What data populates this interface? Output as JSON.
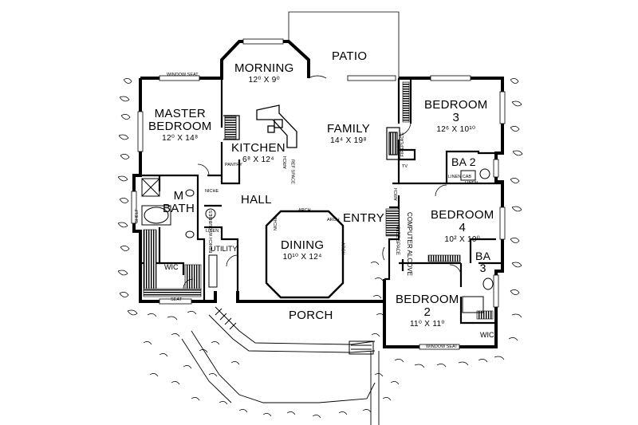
{
  "rooms": {
    "patio": {
      "name": "PATIO"
    },
    "morning": {
      "name": "MORNING",
      "dim": "12⁰ X 9⁰"
    },
    "master": {
      "name1": "MASTER",
      "name2": "BEDROOM",
      "dim": "12⁰ X 14⁸"
    },
    "kitchen": {
      "name": "KITCHEN",
      "dim": "6⁸ X 12⁴"
    },
    "family": {
      "name": "FAMILY",
      "dim": "14⁴ X 19⁸"
    },
    "bed3": {
      "name1": "BEDROOM",
      "name2": "3",
      "dim": "12⁶ X 10¹⁰"
    },
    "ba2": {
      "name": "BA 2"
    },
    "hall": {
      "name": "HALL"
    },
    "mbath": {
      "name1": "M",
      "name2": "BATH"
    },
    "entry": {
      "name": "ENTRY"
    },
    "bed4": {
      "name1": "BEDROOM",
      "name2": "4",
      "dim": "10² X 10⁰"
    },
    "dining": {
      "name": "DINING",
      "dim": "10¹⁰ X 12⁴"
    },
    "utility": {
      "name": "UTILITY"
    },
    "wic1": {
      "name": "WIC"
    },
    "ba3": {
      "name1": "BA",
      "name2": "3"
    },
    "bed2": {
      "name1": "BEDROOM",
      "name2": "2",
      "dim": "11⁰ X 11⁰"
    },
    "porch": {
      "name": "PORCH"
    },
    "wic2": {
      "name": "WIC"
    }
  },
  "notes": {
    "window_seat_master": "WINDOW SEAT",
    "window_seat_bed2": "WINDOW SEAT",
    "seat": "SEAT",
    "pantry": "PANTRY",
    "ref_space": "REF SPACE",
    "fireplace": "FIREPLACE",
    "tv": "TV",
    "linen_cab": "LINEN CAB",
    "linen1": "LINEN",
    "linen2": "LINEN",
    "niche1": "NICHE",
    "niche2": "NICHE",
    "shelf": "SHELF",
    "bench": "BENCH W/ CUBBIES",
    "arch1": "ARCH",
    "arch2": "ARCH",
    "arch3": "ARCH",
    "arch4": "ARCH",
    "arch5": "ARCH",
    "computer": "COMPUTER ALCOVE",
    "knee": "KNEE SPACE"
  }
}
